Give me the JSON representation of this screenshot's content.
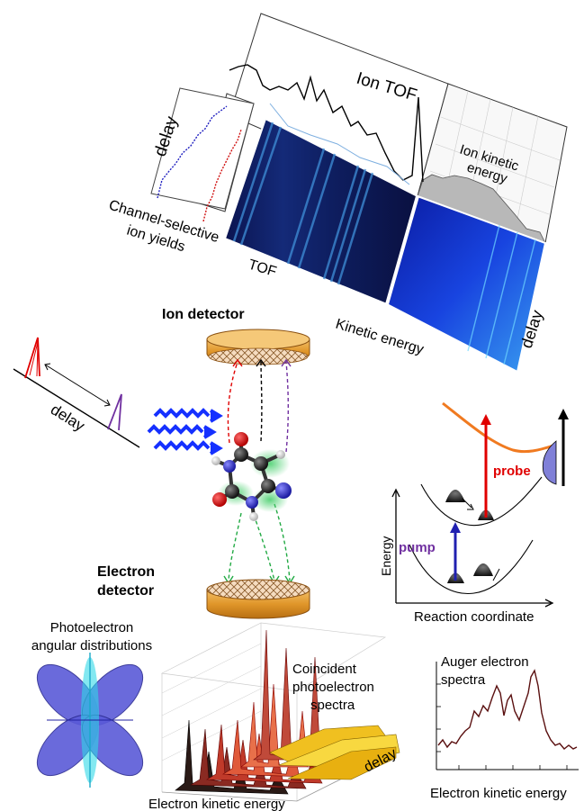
{
  "top_panel": {
    "ion_tof": "Ion TOF",
    "delay": "delay",
    "channel_selective_1": "Channel-selective",
    "channel_selective_2": "ion yields",
    "tof": "TOF",
    "ion_ke_1": "Ion kinetic",
    "ion_ke_2": "energy",
    "kinetic_energy": "Kinetic energy",
    "delay_right": "delay"
  },
  "setup": {
    "ion_detector": "Ion detector",
    "electron_detector_1": "Electron",
    "electron_detector_2": "detector",
    "delay_pulses": "delay"
  },
  "energy_diagram": {
    "probe": "probe",
    "pump": "pump",
    "y_axis": "Energy",
    "x_axis": "Reaction coordinate"
  },
  "bottom": {
    "pad_1": "Photoelectron",
    "pad_2": "angular distributions",
    "coinc_1": "Coincident",
    "coinc_2": "photoelectron",
    "coinc_3": "spectra",
    "coinc_delay": "delay",
    "coinc_xlabel": "Electron kinetic energy",
    "auger_1": "Auger electron",
    "auger_2": "spectra",
    "auger_xlabel": "Electron kinetic energy"
  },
  "colors": {
    "pump": "#7030a0",
    "probe": "#e00000",
    "detector": "#e69a2e",
    "wave": "#1530ff",
    "trace_green": "#22aa44",
    "curve_orange": "#f07a20"
  }
}
